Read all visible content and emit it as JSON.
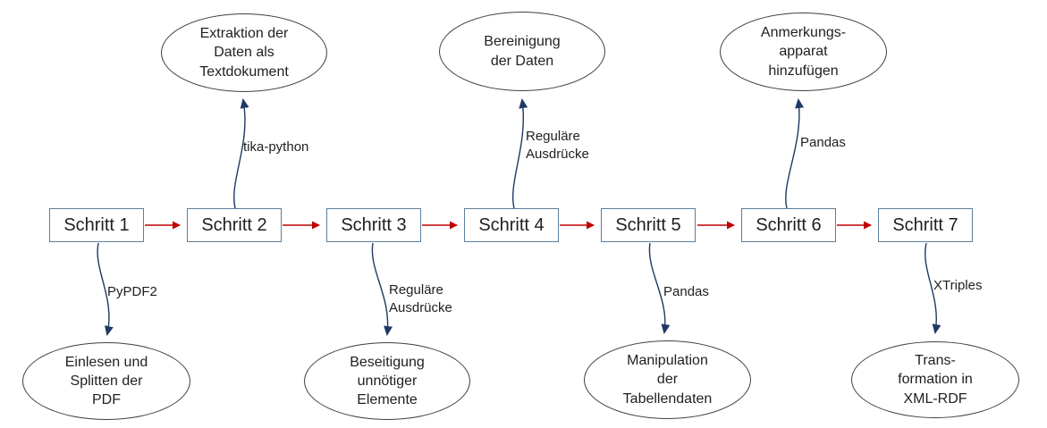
{
  "diagram": {
    "steps": [
      {
        "label": "Schritt 1"
      },
      {
        "label": "Schritt 2"
      },
      {
        "label": "Schritt 3"
      },
      {
        "label": "Schritt 4"
      },
      {
        "label": "Schritt 5"
      },
      {
        "label": "Schritt 6"
      },
      {
        "label": "Schritt 7"
      }
    ],
    "top_ellipses": [
      {
        "text": "Extraktion der\nDaten als\nTextdokument",
        "attached_to": "Schritt 2"
      },
      {
        "text": "Bereinigung\nder Daten",
        "attached_to": "Schritt 4"
      },
      {
        "text": "Anmerkungs-\napparat\nhinzufügen",
        "attached_to": "Schritt 6"
      }
    ],
    "bottom_ellipses": [
      {
        "text": "Einlesen und\nSplitten der\nPDF",
        "attached_to": "Schritt 1"
      },
      {
        "text": "Beseitigung\nunnötiger\nElemente",
        "attached_to": "Schritt 3"
      },
      {
        "text": "Manipulation\nder\nTabellendaten",
        "attached_to": "Schritt 5"
      },
      {
        "text": "Trans-\nformation in\nXML-RDF",
        "attached_to": "Schritt 7"
      }
    ],
    "edge_labels": [
      {
        "text": "PyPDF2",
        "edge": "Schritt 1 → Einlesen und Splitten der PDF"
      },
      {
        "text": "tika-python",
        "edge": "Schritt 2 → Extraktion der Daten als Textdokument"
      },
      {
        "text": "Reguläre\nAusdrücke",
        "edge": "Schritt 3 → Beseitigung unnötiger Elemente"
      },
      {
        "text": "Reguläre\nAusdrücke",
        "edge": "Schritt 4 → Bereinigung der Daten"
      },
      {
        "text": "Pandas",
        "edge": "Schritt 5 → Manipulation der Tabellendaten"
      },
      {
        "text": "Pandas",
        "edge": "Schritt 6 → Anmerkungsapparat hinzufügen"
      },
      {
        "text": "XTriples",
        "edge": "Schritt 7 → Transformation in XML-RDF"
      }
    ],
    "colors": {
      "flow_arrow": "#c00000",
      "connector_arrow": "#1f3864",
      "box_border": "#5b7f9d",
      "ellipse_border": "#3f3f3f"
    }
  }
}
